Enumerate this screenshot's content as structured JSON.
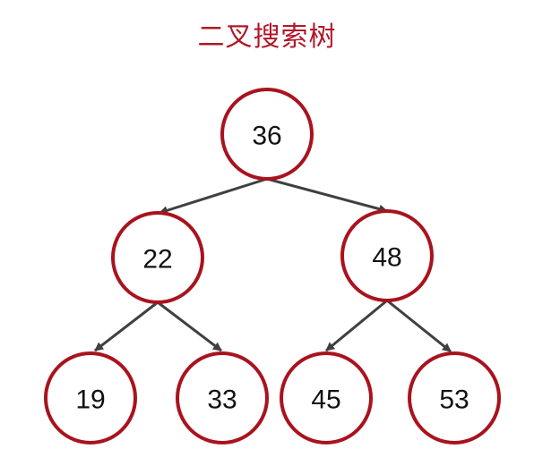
{
  "diagram": {
    "title": "二叉搜索树",
    "colors": {
      "title": "#b0182a",
      "node_border": "#a8131e",
      "edge": "#404040"
    },
    "nodes": [
      {
        "id": "n36",
        "label": "36",
        "parent": null
      },
      {
        "id": "n22",
        "label": "22",
        "parent": "n36"
      },
      {
        "id": "n48",
        "label": "48",
        "parent": "n36"
      },
      {
        "id": "n19",
        "label": "19",
        "parent": "n22"
      },
      {
        "id": "n33",
        "label": "33",
        "parent": "n22"
      },
      {
        "id": "n45",
        "label": "45",
        "parent": "n48"
      },
      {
        "id": "n53",
        "label": "53",
        "parent": "n48"
      }
    ]
  }
}
